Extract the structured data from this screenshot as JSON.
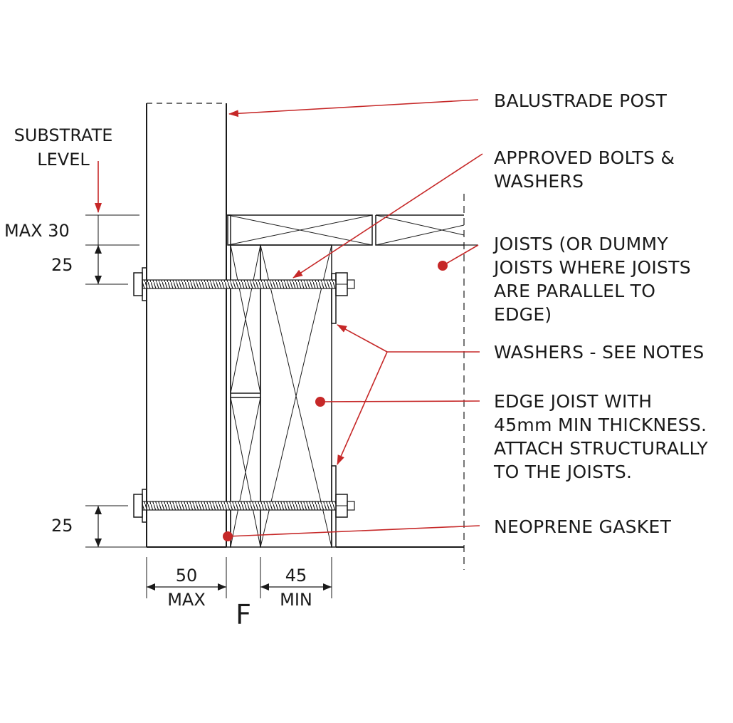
{
  "labels": {
    "balustrade_post": "BALUSTRADE POST",
    "bolts_line1": "APPROVED BOLTS &",
    "bolts_line2": "WASHERS",
    "joists_line1": "JOISTS (OR DUMMY",
    "joists_line2": "JOISTS WHERE JOISTS",
    "joists_line3": "ARE PARALLEL TO",
    "joists_line4": "EDGE)",
    "washers": "WASHERS - SEE NOTES",
    "edge_line1": "EDGE JOIST WITH",
    "edge_line2": "45mm MIN THICKNESS.",
    "edge_line3": "ATTACH STRUCTURALLY",
    "edge_line4": "TO THE JOISTS.",
    "gasket": "NEOPRENE GASKET"
  },
  "dimensions": {
    "substrate_line1": "SUBSTRATE",
    "substrate_line2": "LEVEL",
    "max30": "MAX 30",
    "top25": "25",
    "bottom25": "25",
    "w50": "50",
    "w50_sub": "MAX",
    "w45": "45",
    "w45_sub": "MIN",
    "section_mark": "F"
  },
  "colors": {
    "leader": "#c62828",
    "linework": "#1a1a1a"
  }
}
